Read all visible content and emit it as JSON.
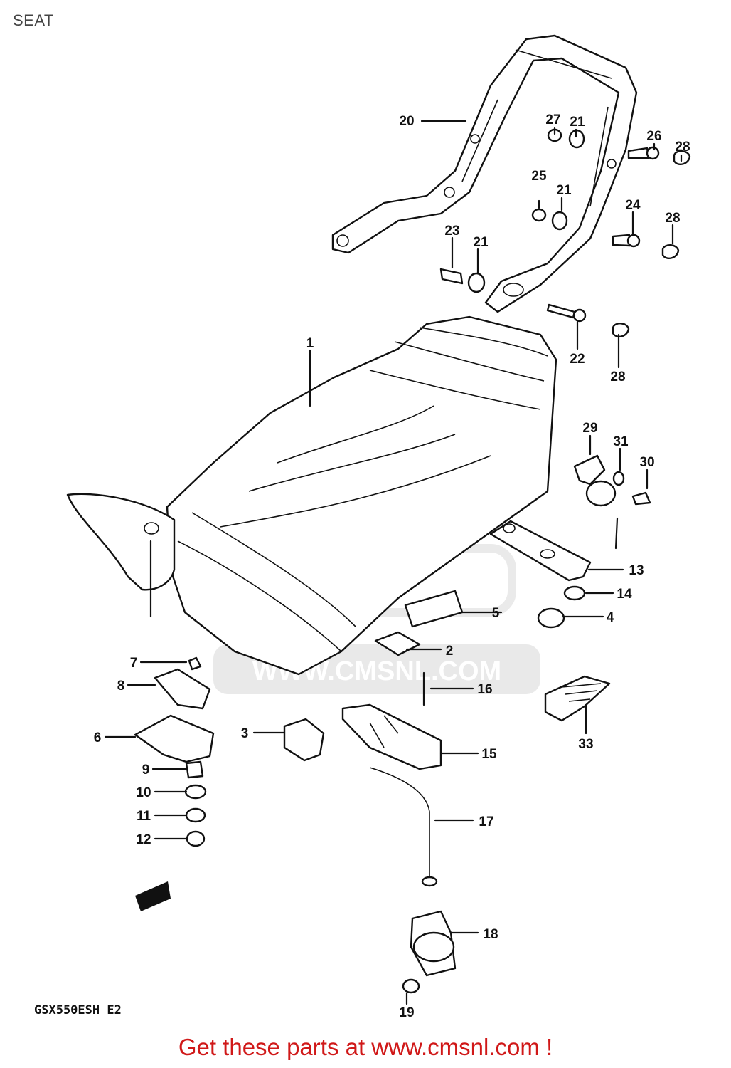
{
  "header": {
    "title": "SEAT"
  },
  "diagram": {
    "model_code": "GSX550ESH E2",
    "watermark": "WWW.CMSNL.COM",
    "callouts": [
      "1",
      "2",
      "3",
      "4",
      "5",
      "6",
      "7",
      "8",
      "9",
      "10",
      "11",
      "12",
      "13",
      "14",
      "15",
      "16",
      "17",
      "18",
      "19",
      "20",
      "21",
      "21",
      "21",
      "22",
      "23",
      "24",
      "25",
      "26",
      "27",
      "28",
      "28",
      "28",
      "29",
      "30",
      "31",
      "33"
    ]
  },
  "footer": {
    "text": "Get these parts at www.cmsnl.com !",
    "color": "#d01818"
  }
}
